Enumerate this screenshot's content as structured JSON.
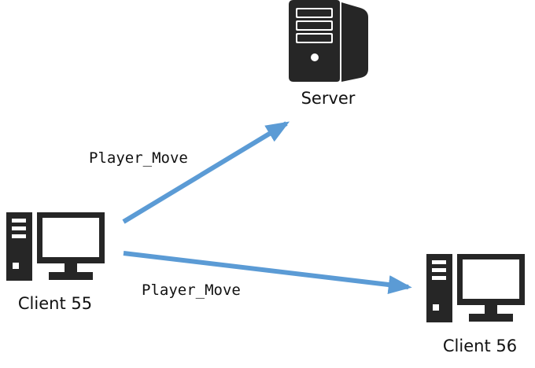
{
  "nodes": {
    "server": {
      "label": "Server",
      "icon": "server-icon"
    },
    "client_a": {
      "label": "Client 55",
      "icon": "desktop-computer-icon"
    },
    "client_b": {
      "label": "Client 56",
      "icon": "desktop-computer-icon"
    }
  },
  "edges": [
    {
      "from": "Client 55",
      "to": "Server",
      "label": "Player_Move"
    },
    {
      "from": "Client 55",
      "to": "Client 56",
      "label": "Player_Move"
    }
  ],
  "colors": {
    "icon": "#262626",
    "arrow": "#5b9bd5",
    "background": "#ffffff"
  }
}
